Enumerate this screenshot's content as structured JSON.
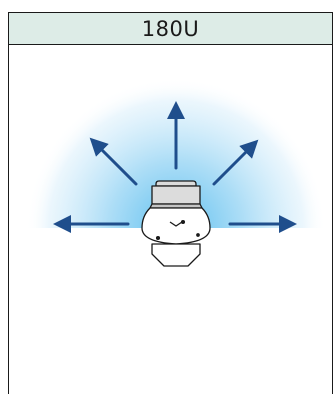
{
  "panel": {
    "title": "180U"
  },
  "diagram": {
    "subject": "camera-icon",
    "arrow_directions": [
      "left",
      "upper-left",
      "up",
      "upper-right",
      "right"
    ],
    "colors": {
      "arrow": "#1f4e8c",
      "glow_center": "#6cc5f0",
      "glow_edge": "#ffffff",
      "header_bg": "#ddece7"
    }
  }
}
